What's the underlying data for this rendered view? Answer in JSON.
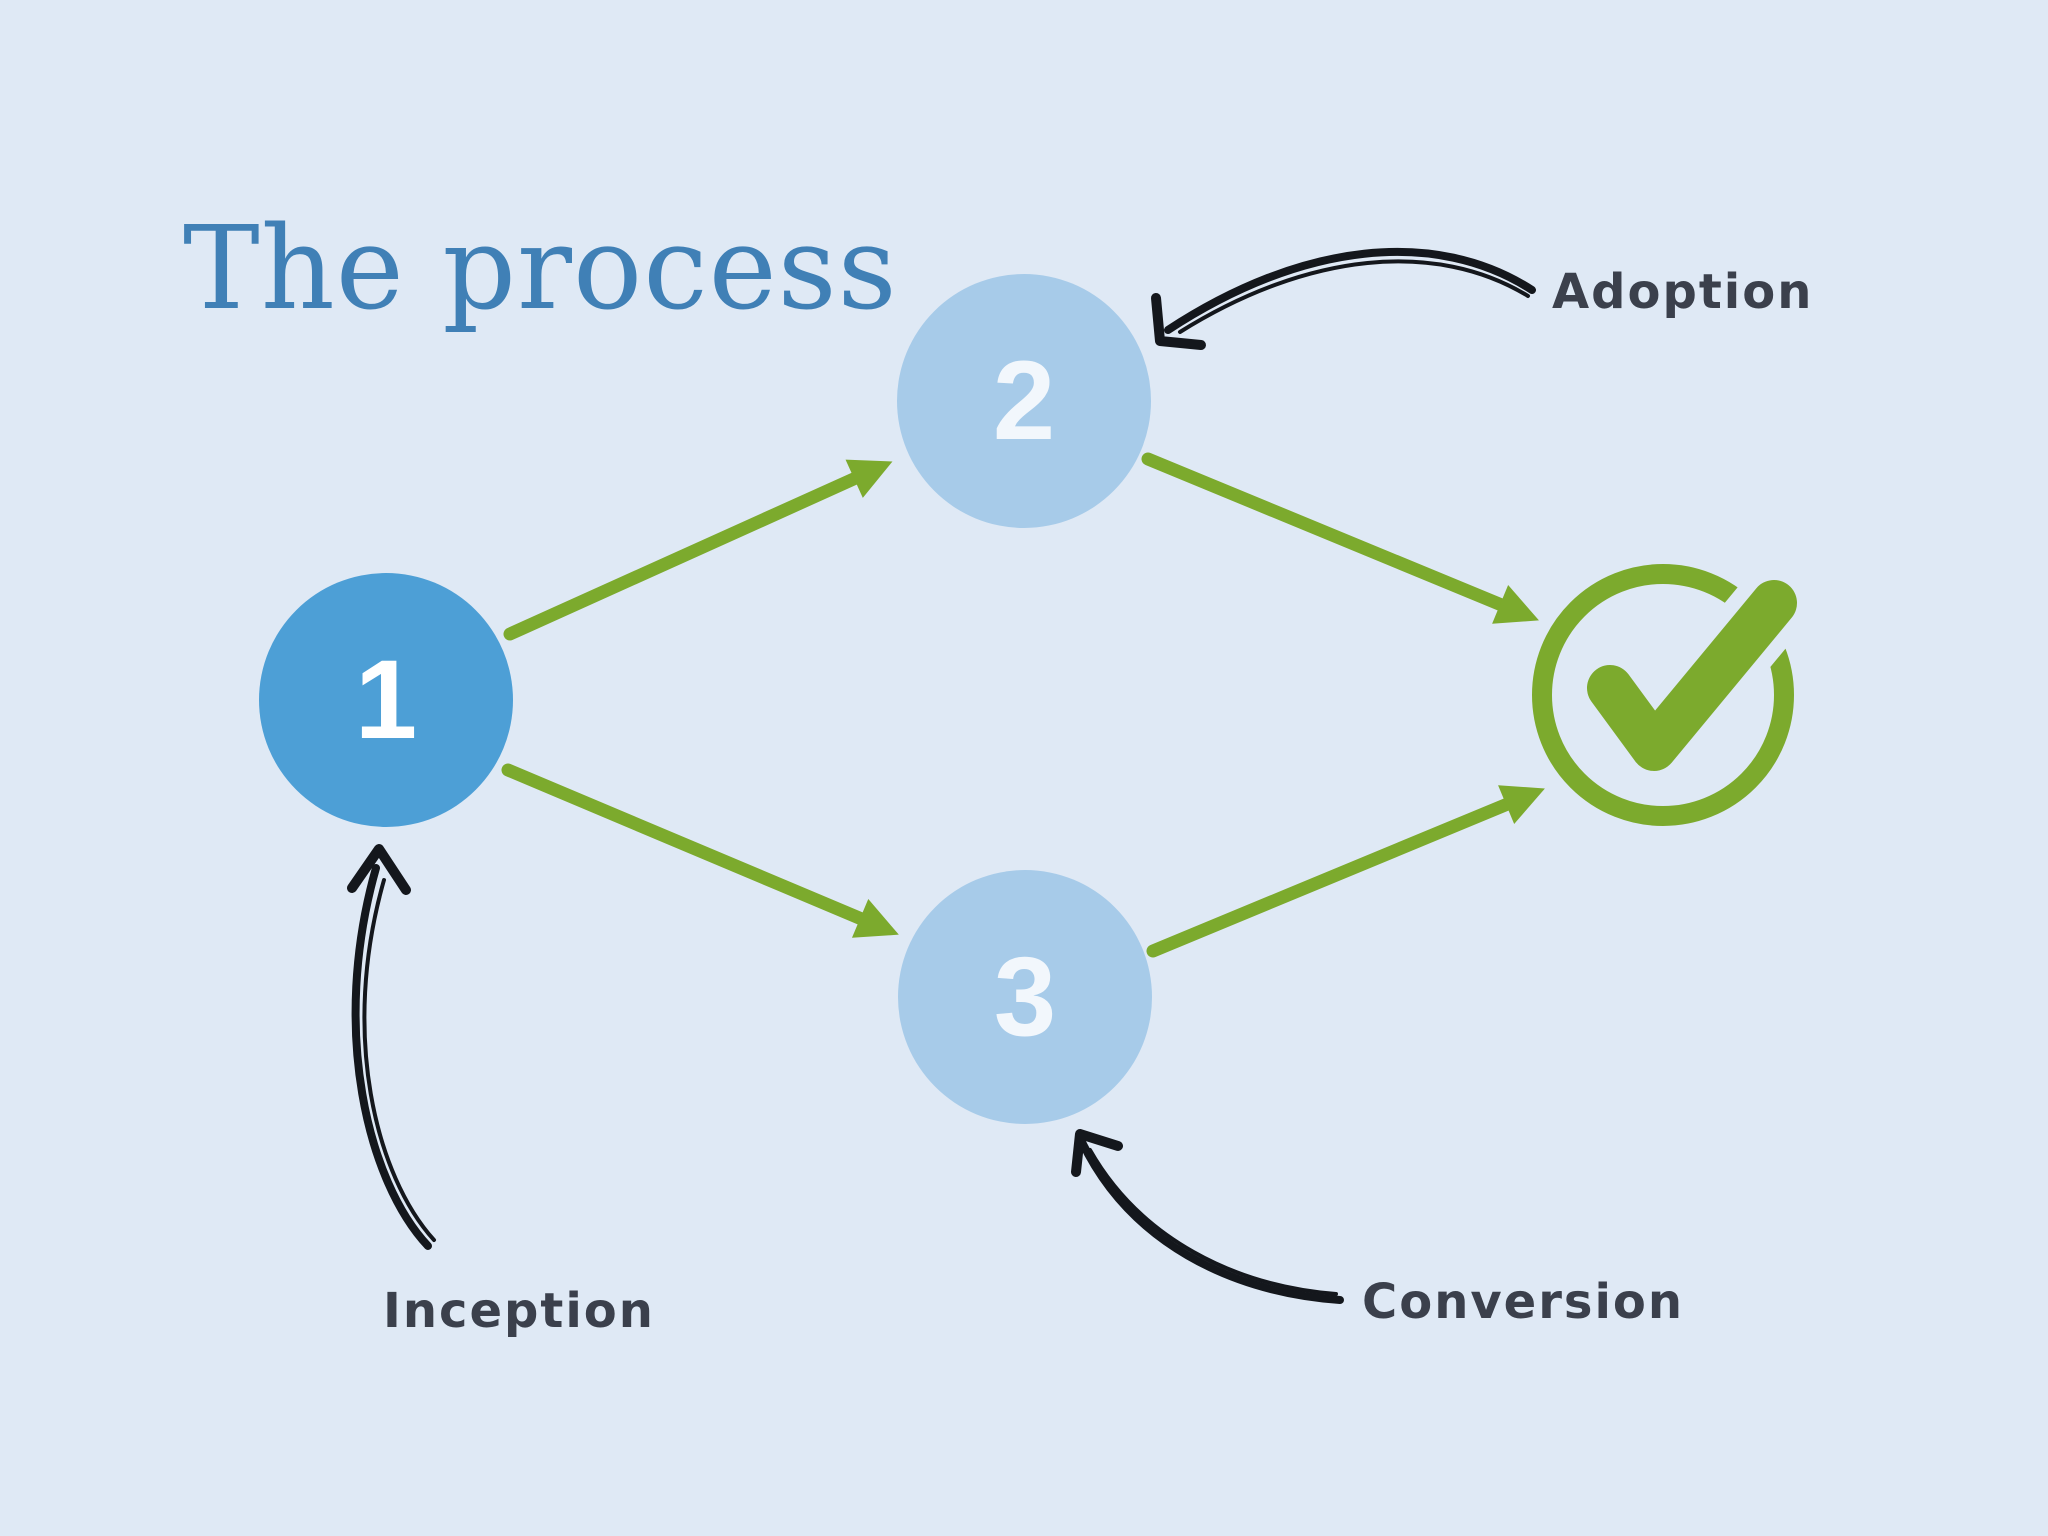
{
  "title": "The process",
  "diagram": {
    "nodes": [
      {
        "label": "1",
        "variant": "primary"
      },
      {
        "label": "2",
        "variant": "secondary"
      },
      {
        "label": "3",
        "variant": "secondary"
      }
    ],
    "end_icon": "check-circle-icon",
    "annotations": [
      {
        "label": "Inception",
        "points_to": "node-1"
      },
      {
        "label": "Adoption",
        "points_to": "node-2"
      },
      {
        "label": "Conversion",
        "points_to": "node-3"
      }
    ]
  },
  "colors": {
    "bg": "#dfe9f5",
    "title": "#4080b6",
    "node1": "#4d9fd6",
    "node2": "#a7cbe9",
    "num1": "#ffffff",
    "num2": "#f2f7fc",
    "green": "#7caa2d",
    "ink": "#14171c",
    "label": "#3b404c"
  }
}
